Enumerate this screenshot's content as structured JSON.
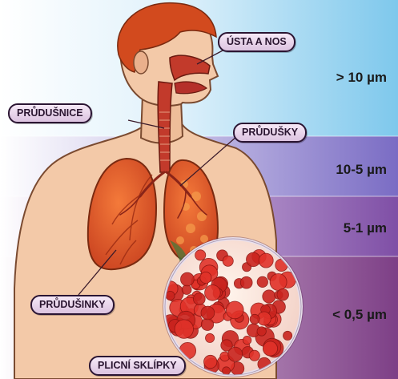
{
  "bands": [
    {
      "label": "> 10 µm",
      "color": "#7ec8ec"
    },
    {
      "label": "10-5 µm",
      "color": "#7a6cc4"
    },
    {
      "label": "5-1 µm",
      "color": "#7f4fa6"
    },
    {
      "label": "< 0,5 µm",
      "color": "#7d3f86"
    }
  ],
  "labels": {
    "mouth_nose": "ÚSTA A NOS",
    "trachea": "PRŮDUŠNICE",
    "bronchi": "PRŮDUŠKY",
    "bronchioles": "PRŮDUŠINKY",
    "alveoli": "PLICNÍ SKLÍPKY"
  },
  "colors": {
    "skin": "#f3c9a8",
    "lung": "#e8572a",
    "airway": "#c23a2b",
    "outline": "#5a2a1a"
  }
}
